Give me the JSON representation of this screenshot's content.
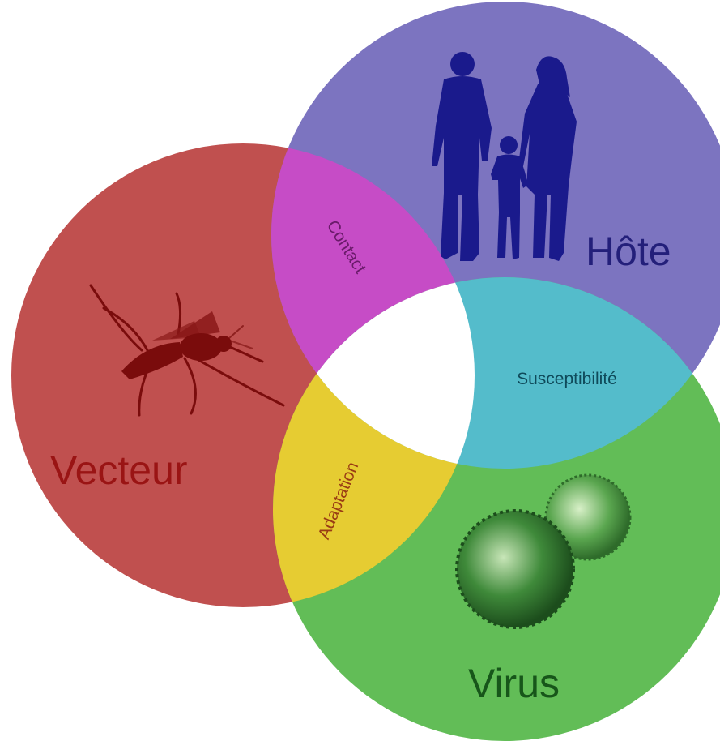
{
  "sets": {
    "vector": {
      "label": "Vecteur",
      "fill": "#c0504f",
      "text_color": "#9a1414"
    },
    "host": {
      "label": "Hôte",
      "fill": "#7c74c0",
      "text_color": "#231f7a"
    },
    "virus": {
      "label": "Virus",
      "fill": "#62bd57",
      "text_color": "#17561a"
    }
  },
  "overlaps": {
    "vector_host": {
      "label": "Contact",
      "fill": "#c64cc6",
      "text_color": "#6a1a6a"
    },
    "host_virus": {
      "label": "Susceptibilité",
      "fill": "#54bccb",
      "text_color": "#0f4a5a"
    },
    "vector_virus": {
      "label": "Adaptation",
      "fill": "#e6cc32",
      "text_color": "#9a3c14"
    }
  },
  "center": {
    "fill": "#ffffff"
  },
  "icons": {
    "host": "family-silhouette-icon",
    "vector": "mosquito-icon",
    "virus": "virus-particles-icon"
  }
}
